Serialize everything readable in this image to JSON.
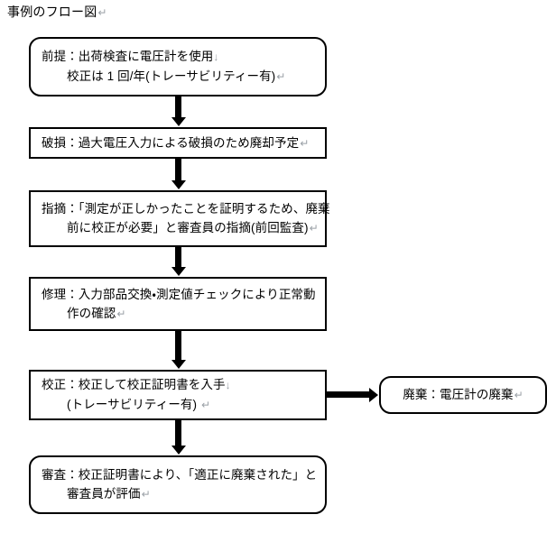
{
  "page": {
    "title": "事例のフロー図",
    "title_mark": "↵",
    "background_color": "#ffffff",
    "line_color": "#000000",
    "mark_color": "#9aa0a6"
  },
  "flow": {
    "nodes": [
      {
        "id": "premise",
        "shape": "rounded-rect",
        "lines": [
          {
            "text": "前提：出荷検査に電圧計を使用",
            "mark": "↓",
            "indent": false
          },
          {
            "text": "校正は 1 回/年(トレーサビリティー有)",
            "mark": "↵",
            "indent": true
          }
        ]
      },
      {
        "id": "damage",
        "shape": "rect",
        "lines": [
          {
            "text": "破損：過大電圧入力による破損のため廃却予定",
            "mark": "↵",
            "indent": false
          }
        ]
      },
      {
        "id": "finding",
        "shape": "rect",
        "lines": [
          {
            "text": "指摘：「測定が正しかったことを証明するため、廃棄",
            "mark": "",
            "indent": false
          },
          {
            "text": "前に校正が必要」と審査員の指摘(前回監査)",
            "mark": "↵",
            "indent": true
          }
        ]
      },
      {
        "id": "repair",
        "shape": "rect",
        "lines": [
          {
            "text": "修理：入力部品交換・測定値チェックにより正常動",
            "mark": "",
            "indent": false
          },
          {
            "text": "作の確認",
            "mark": "↵",
            "indent": true
          }
        ]
      },
      {
        "id": "calibration",
        "shape": "rect",
        "lines": [
          {
            "text": "校正：校正して校正証明書を入手",
            "mark": "↓",
            "indent": false
          },
          {
            "text": "(トレーサビリティー有) ",
            "mark": "↵",
            "indent": true
          }
        ]
      },
      {
        "id": "audit",
        "shape": "rounded-rect",
        "lines": [
          {
            "text": "審査：校正証明書により、「適正に廃棄された」と",
            "mark": "",
            "indent": false
          },
          {
            "text": "審査員が評価",
            "mark": "↵",
            "indent": true
          }
        ]
      },
      {
        "id": "disposal",
        "shape": "rounded-rect",
        "lines": [
          {
            "text": "廃棄：電圧計の廃棄",
            "mark": "↵",
            "indent": false
          }
        ]
      }
    ],
    "connectors": [
      {
        "id": "premise-to-damage",
        "direction": "down"
      },
      {
        "id": "damage-to-finding",
        "direction": "down"
      },
      {
        "id": "finding-to-repair",
        "direction": "down"
      },
      {
        "id": "repair-to-calibration",
        "direction": "down"
      },
      {
        "id": "calibration-to-disposal",
        "direction": "right"
      },
      {
        "id": "calibration-to-audit",
        "direction": "down"
      }
    ]
  }
}
